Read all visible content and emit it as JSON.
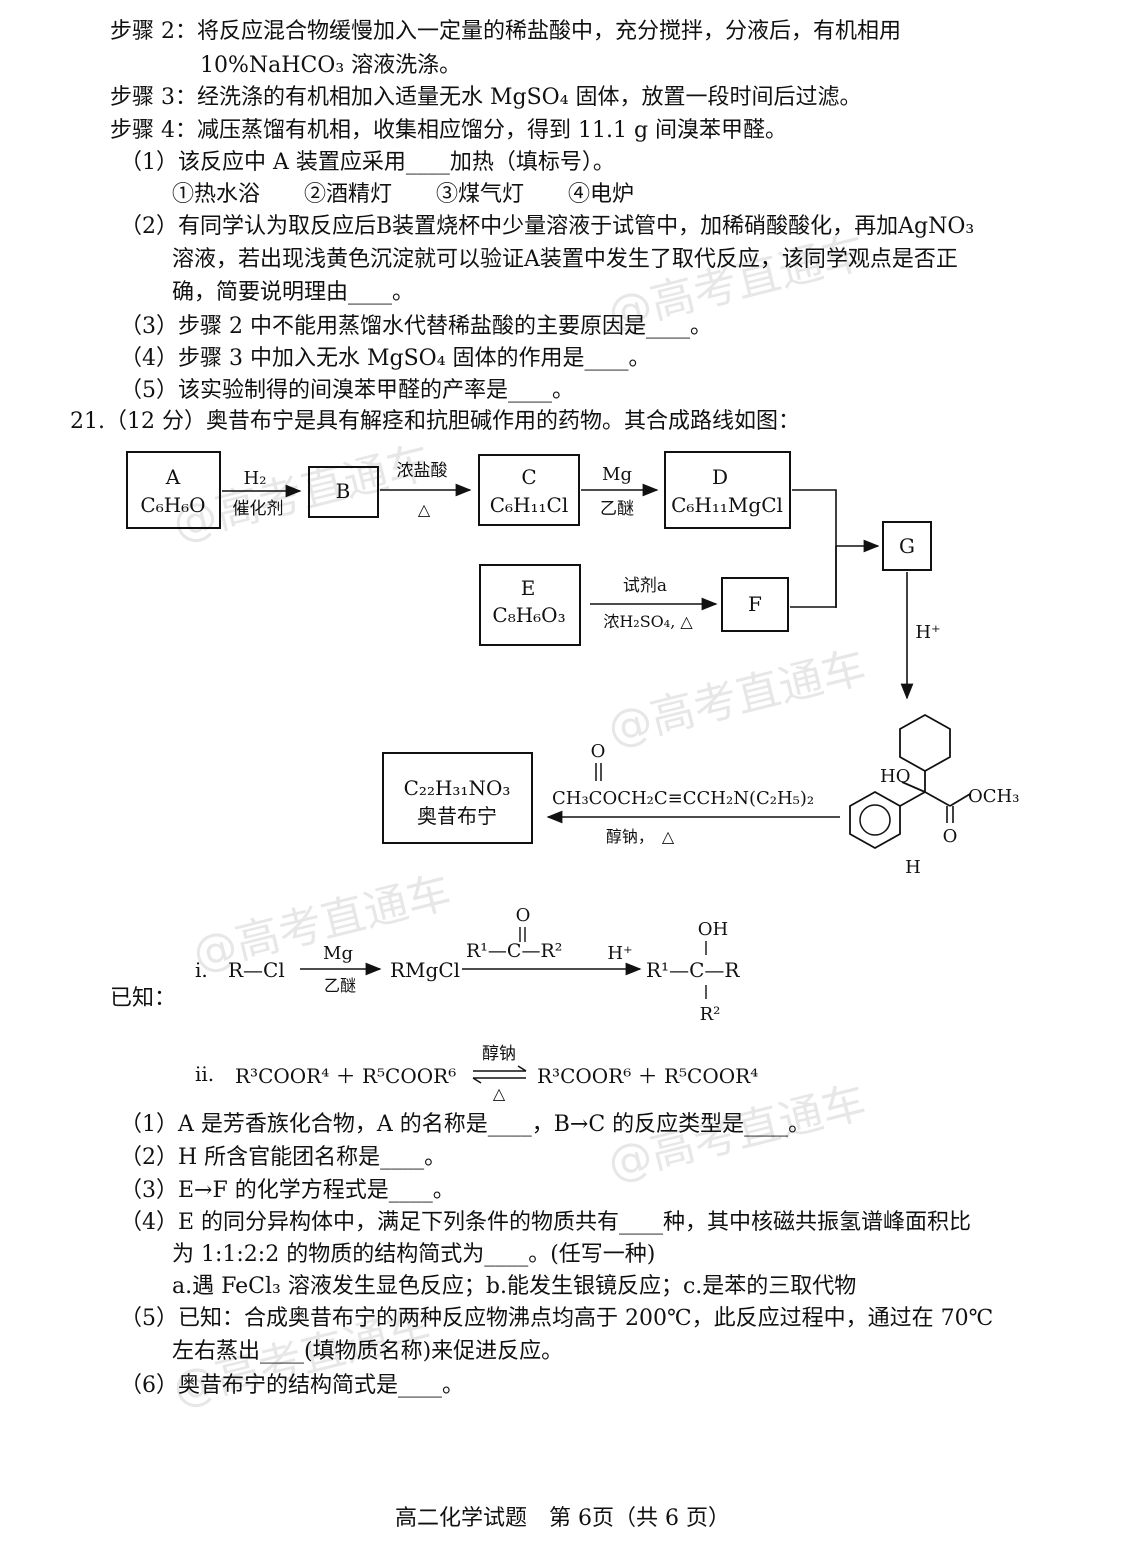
{
  "steps": {
    "s2_a": "步骤 2：将反应混合物缓慢加入一定量的稀盐酸中，充分搅拌，分液后，有机相用",
    "s2_b": "10%NaHCO₃ 溶液洗涤。",
    "s3": "步骤 3：经洗涤的有机相加入适量无水 MgSO₄ 固体，放置一段时间后过滤。",
    "s4": "步骤 4：减压蒸馏有机相，收集相应馏分，得到 11.1 g 间溴苯甲醛。"
  },
  "q20": {
    "q1": "（1）该反应中 A 装置应采用____加热（填标号）。",
    "q1_opts": "①热水浴　　②酒精灯　　③煤气灯　　④电炉",
    "q2_a": "（2）有同学认为取反应后B装置烧杯中少量溶液于试管中，加稀硝酸酸化，再加AgNO₃",
    "q2_b": "溶液，若出现浅黄色沉淀就可以验证A装置中发生了取代反应，该同学观点是否正",
    "q2_c": "确，简要说明理由____。",
    "q3": "（3）步骤 2 中不能用蒸馏水代替稀盐酸的主要原因是____。",
    "q4": "（4）步骤 3 中加入无水 MgSO₄ 固体的作用是____。",
    "q5": "（5）该实验制得的间溴苯甲醛的产率是____。"
  },
  "q21": {
    "header": "21.（12 分）奥昔布宁是具有解痉和抗胆碱作用的药物。其合成路线如图：",
    "boxA_label": "A",
    "boxA_formula": "C₆H₆O",
    "arrow1_top": "H₂",
    "arrow1_bottom": "催化剂",
    "boxB_label": "B",
    "arrow2_top": "浓盐酸",
    "arrow2_bottom": "△",
    "boxC_label": "C",
    "boxC_formula": "C₆H₁₁Cl",
    "arrow3_top": "Mg",
    "arrow3_bottom": "乙醚",
    "boxD_label": "D",
    "boxD_formula": "C₆H₁₁MgCl",
    "boxE_label": "E",
    "boxE_formula": "C₈H₆O₃",
    "arrow4_top": "试剂a",
    "arrow4_bottom": "浓H₂SO₄, △",
    "boxF_label": "F",
    "boxG_label": "G",
    "arrowG_label": "H⁺",
    "boxH_formula": "C₂₂H₃₁NO₃",
    "boxH_name": "奥昔布宁",
    "reagent_o": "O",
    "reagent_formula": "CH₃COCH₂C≡CCH₂N(C₂H₅)₂",
    "arrow5_bottom": "醇钠，　△",
    "struct_ho": "HO",
    "struct_och3": "OCH₃",
    "struct_o": "O",
    "struct_h": "H",
    "known_label": "已知：",
    "known_i_num": "i.",
    "known_i_rcl": "R—Cl",
    "known_i_mg": "Mg",
    "known_i_ether": "乙醚",
    "known_i_rmgcl": "RMgCl",
    "known_i_ketone": "R¹—C—R²",
    "known_i_o": "O",
    "known_i_h": "H⁺",
    "known_i_product": "R¹—C—R",
    "known_i_oh": "OH",
    "known_i_r2": "R²",
    "known_ii_num": "ii.",
    "known_ii_left": "R³COOR⁴ ＋ R⁵COOR⁶",
    "known_ii_top": "醇钠",
    "known_ii_bottom": "△",
    "known_ii_right": "R³COOR⁶ ＋ R⁵COOR⁴",
    "p1": "（1）A 是芳香族化合物，A 的名称是____，B→C 的反应类型是____。",
    "p2": "（2）H 所含官能团名称是____。",
    "p3": "（3）E→F 的化学方程式是____。",
    "p4_a": "（4）E 的同分异构体中，满足下列条件的物质共有____种，其中核磁共振氢谱峰面积比",
    "p4_b": "为 1:1:2:2 的物质的结构简式为____。(任写一种)",
    "p4_c": "a.遇 FeCl₃ 溶液发生显色反应；b.能发生银镜反应；c.是苯的三取代物",
    "p5_a": "（5）已知：合成奥昔布宁的两种反应物沸点均高于 200℃，此反应过程中，通过在 70℃",
    "p5_b": "左右蒸出____(填物质名称)来促进反应。",
    "p6": "（6）奥昔布宁的结构简式是____。"
  },
  "watermark": "@高考直通车",
  "footer": "高二化学试题　第 6页（共 6 页）"
}
